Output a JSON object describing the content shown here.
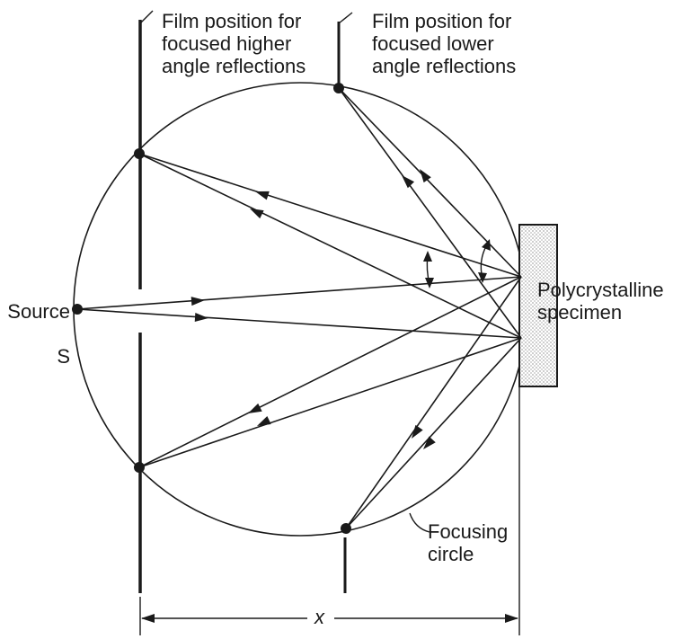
{
  "labels": {
    "film_higher": "Film position for\nfocused higher\nangle reflections",
    "film_lower": "Film position for\nfocused lower\nangle reflections",
    "source_line1": "Source",
    "source_line2": "S",
    "specimen": "Polycrystalline\nspecimen",
    "focusing_circle": "Focusing\ncircle",
    "distance": "x"
  },
  "colors": {
    "ink": "#1a1a1a",
    "specimen_fill": "#e6e6e6"
  }
}
